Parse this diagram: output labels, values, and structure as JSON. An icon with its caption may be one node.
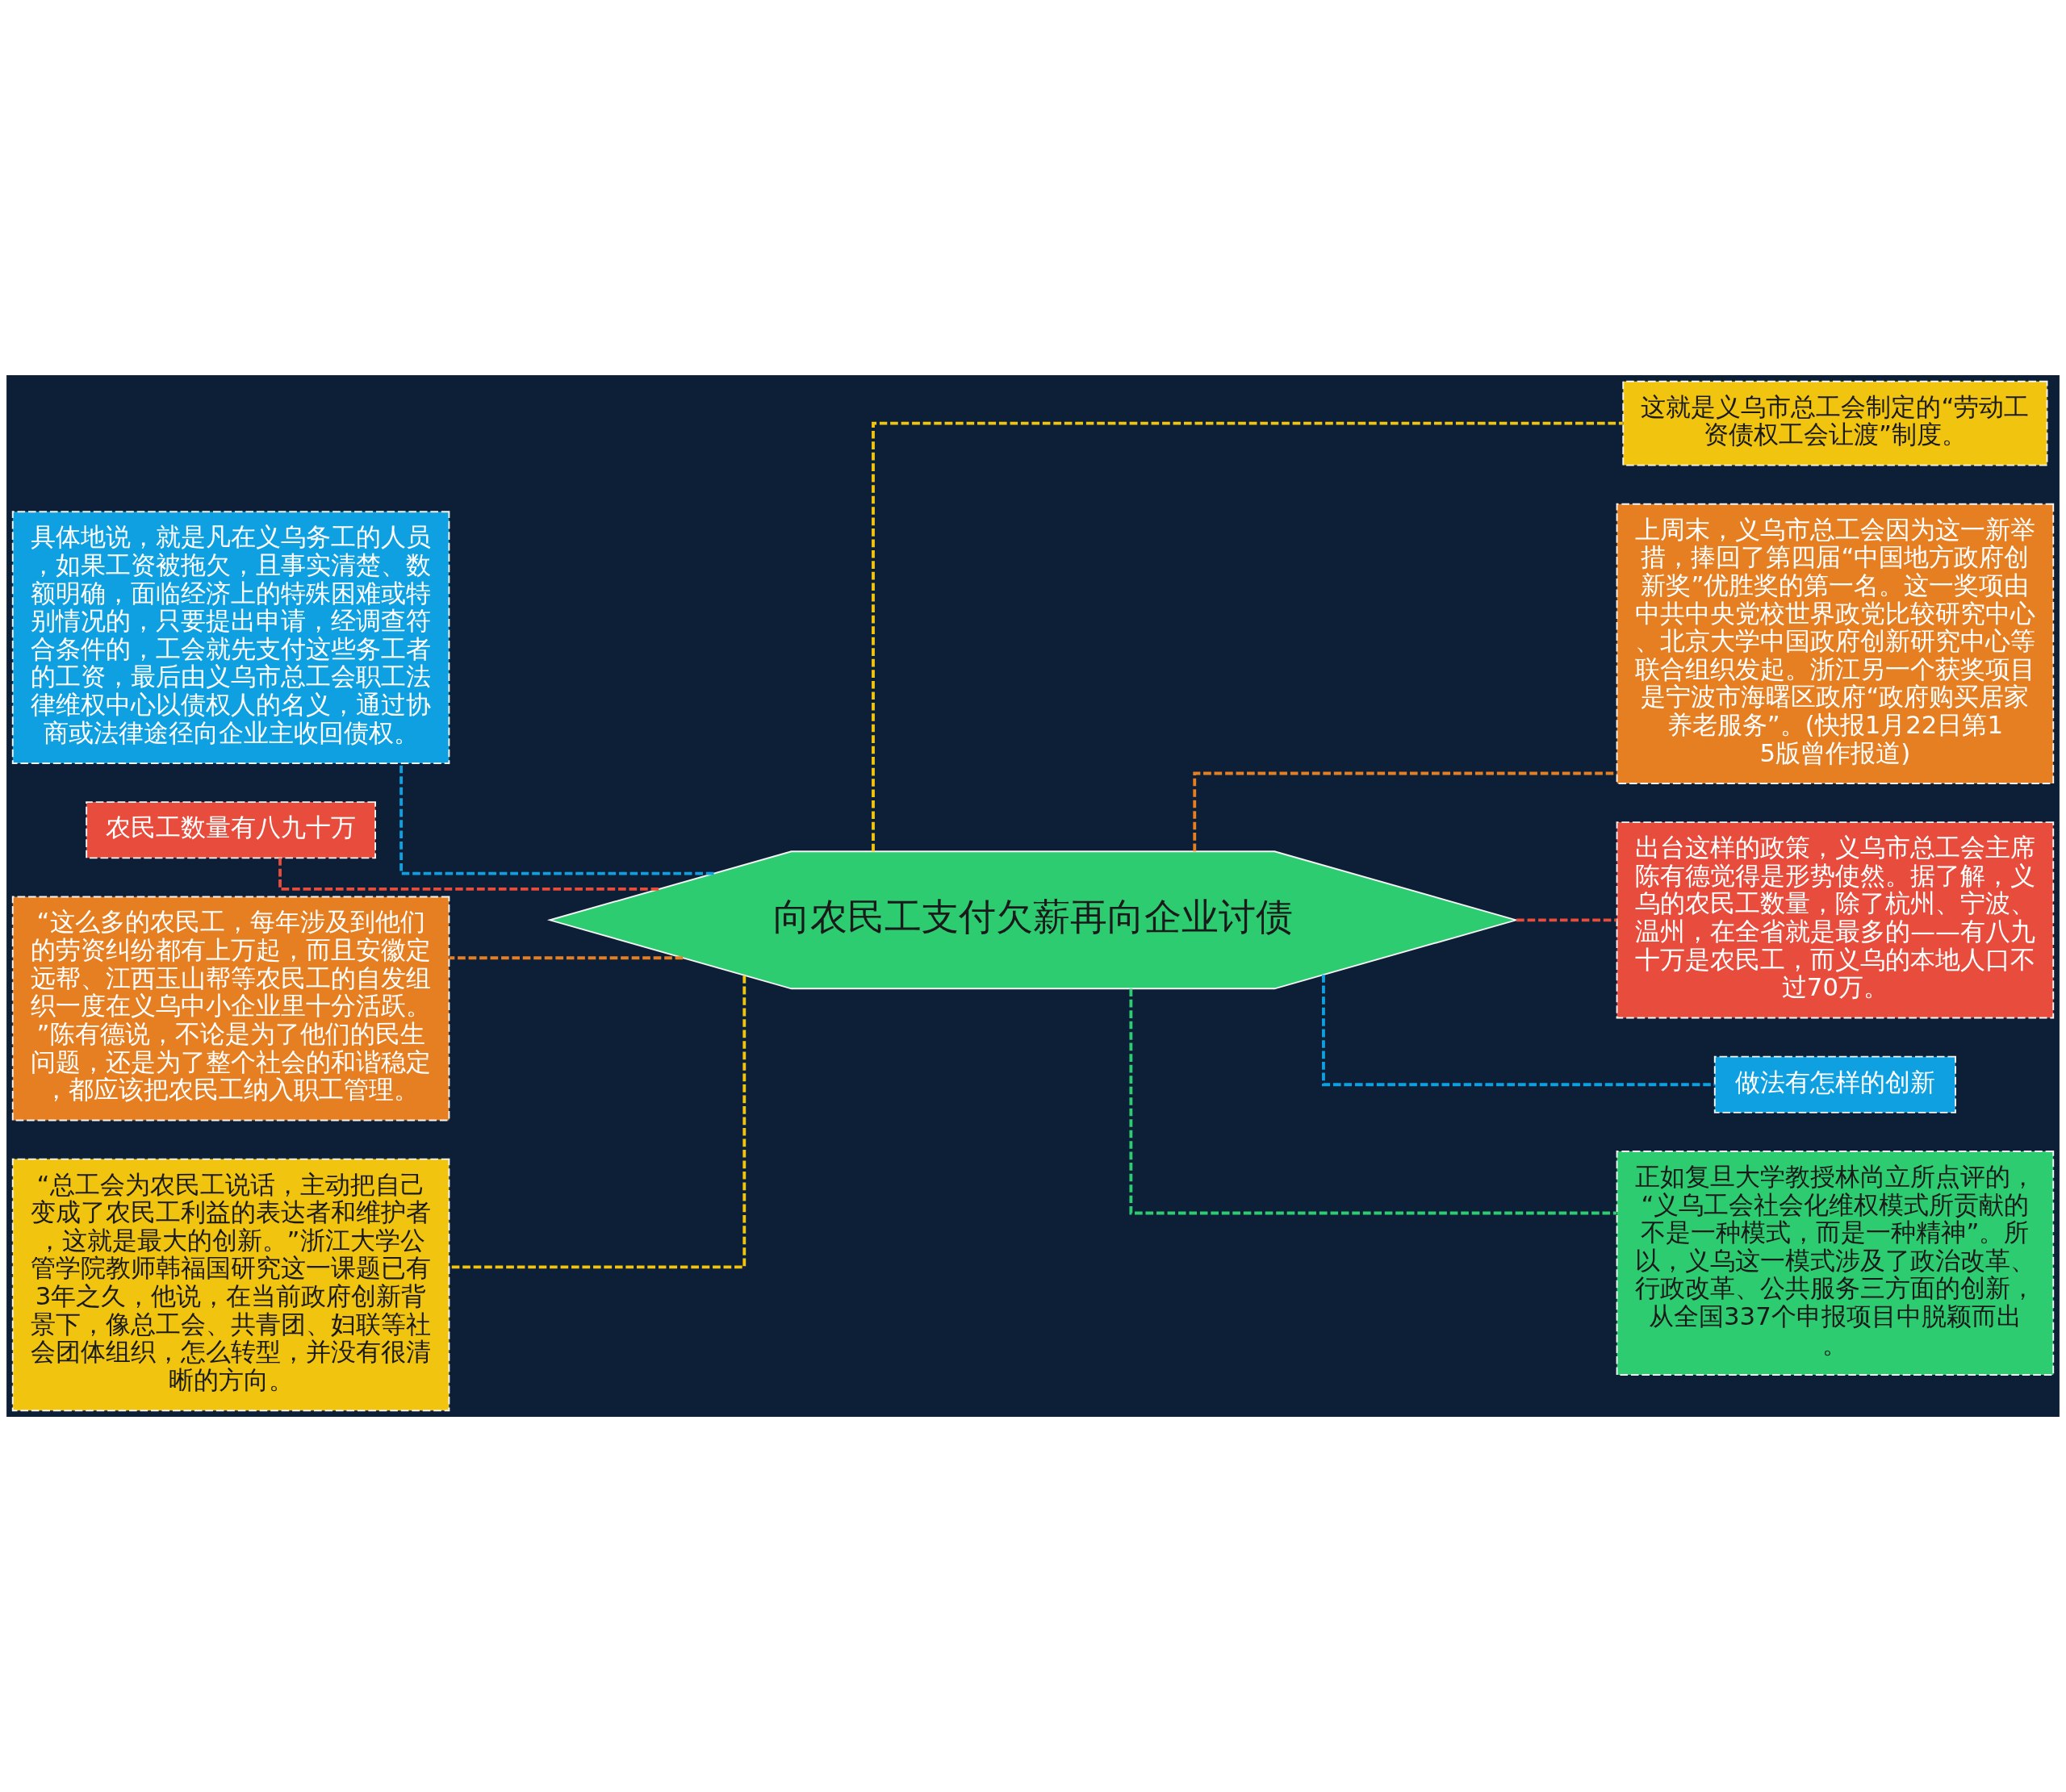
{
  "diagram": {
    "nodes": [
      {
        "text": [
          "向农民工支付欠薪再向企业讨债"
        ]
      },
      {
        "text": [
          "具体地说，就是凡在义乌务工的人员，如果工资被拖欠，且事实清楚、数额明确，面临经济上的特殊困难或特别情况的，只要提出申请，经调查符合条件的，工会就先支付这些务工者的工资，最后由义乌市总工会职工法律维权中心以债权人的名义，通过协商或法律途径向企业主收回债权。"
        ]
      },
      {
        "text": [
          "农民工数量有八九十万"
        ]
      },
      {
        "text": [
          "“这么多的农民工，每年涉及到他们的劳资纠纷都有上万起，而且安徽定远帮、江西玉山帮等农民工的自发组织一度在义乌中小企业里十分活跃。”陈有德说，不论是为了他们的民生问题，还是为了整个社会的和谐稳定，都应该把农民工纳入职工管理。"
        ]
      },
      {
        "text": [
          "“总工会为农民工说话，主动把自己变成了农民工利益的表达者和维护者，这就是最大的创新。”浙江大学公管学院教师韩福国研究这一课题已有3年之久，他说，在当前政府创新背景下，像总工会、共青团、妇联等社会团体组织，怎么转型，并没有很清晰的方向。"
        ]
      },
      {
        "text": [
          "这就是义乌市总工会制定的“劳动工资债权工会让渡”制度。"
        ]
      },
      {
        "text": [
          "上周末，义乌市总工会因为这一新举措，捧回了第四届“中国地方政府创新奖”优胜奖的第一名。这一奖项由中共中央党校世界政党比较研究中心、北京大学中国政府创新研究中心等联合组织发起。浙江另一个获奖项目是宁波市海曙区政府“政府购买居家养老服务”。(快报1月22日第15版曾作报道)"
        ]
      },
      {
        "text": [
          "出台这样的政策，义乌市总工会主席陈有德觉得是形势使然。据了解，义乌的农民工数量，除了杭州、宁波、温州，在全省就是最多的——有八九十万是农民工，而义乌的本地人口不过70万。"
        ]
      },
      {
        "text": [
          "做法有怎样的创新"
        ]
      },
      {
        "text": [
          "正如复旦大学教授林尚立所点评的，“义乌工会社会化维权模式所贡献的不是一种模式，而是一种精神”。所以，义乌这一模式涉及了政治改革、行政改革、公共服务三方面的创新，从全国337个申报项目中脱颖而出。"
        ]
      }
    ],
    "edges": [
      {
        "from": 0,
        "to": 1,
        "arrow": "none",
        "style": "dashed",
        "color": "#0ea0e0"
      },
      {
        "from": 0,
        "to": 2,
        "arrow": "none",
        "style": "dashed",
        "color": "#e74c3c"
      },
      {
        "from": 0,
        "to": 3,
        "arrow": "none",
        "style": "dashed",
        "color": "#e67e22"
      },
      {
        "from": 0,
        "to": 4,
        "arrow": "none",
        "style": "dashed",
        "color": "#f1c40f"
      },
      {
        "from": 0,
        "to": 5,
        "arrow": "none",
        "style": "dashed",
        "color": "#f1c40f"
      },
      {
        "from": 0,
        "to": 6,
        "arrow": "none",
        "style": "dashed",
        "color": "#e67e22"
      },
      {
        "from": 0,
        "to": 7,
        "arrow": "none",
        "style": "dashed",
        "color": "#e74c3c"
      },
      {
        "from": 0,
        "to": 8,
        "arrow": "none",
        "style": "dashed",
        "color": "#0ea0e0"
      },
      {
        "from": 0,
        "to": 9,
        "arrow": "none",
        "style": "dashed",
        "color": "#2ecc71"
      }
    ]
  }
}
